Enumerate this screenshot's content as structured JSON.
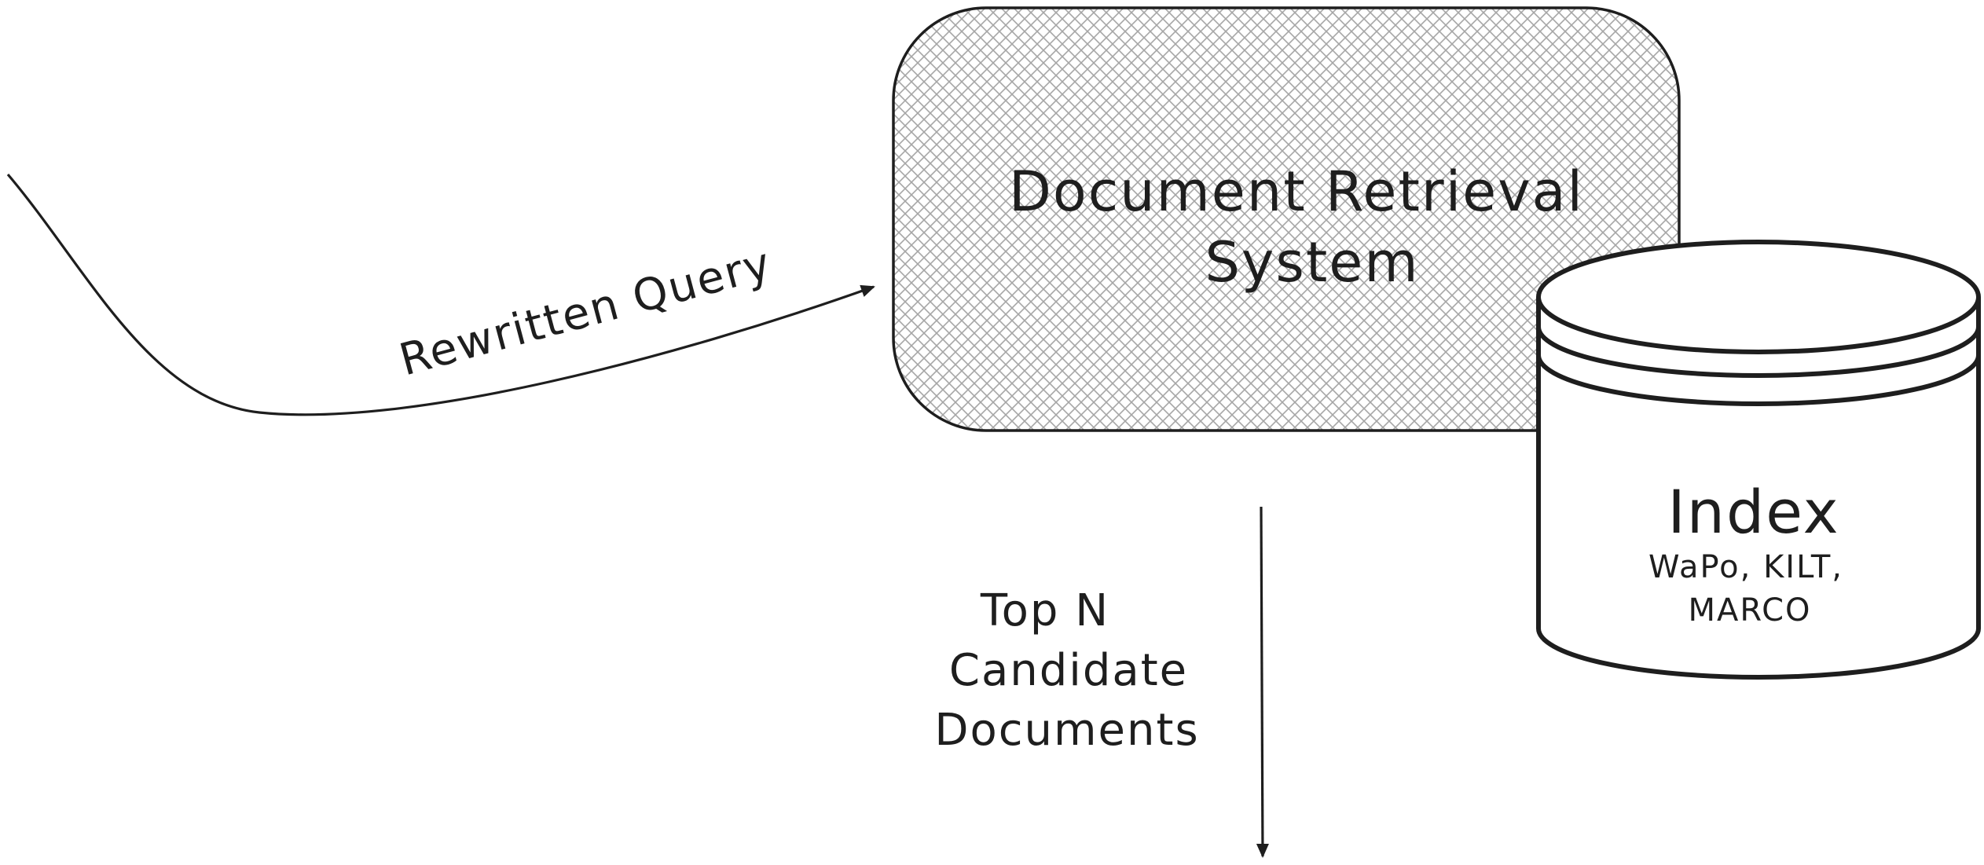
{
  "query_arrow": {
    "label": "Rewritten Query"
  },
  "retrieval_system": {
    "line1": "Document Retrieval",
    "line2": "System"
  },
  "index": {
    "title": "Index",
    "sources_line1": "WaPo, KILT,",
    "sources_line2": "MARCO"
  },
  "output_arrow": {
    "line1": "Top N",
    "line2": "Candidate",
    "line3": "Documents"
  },
  "colors": {
    "stroke": "#1e1e1e",
    "hatch": "#9a9a9a",
    "background": "#ffffff"
  }
}
